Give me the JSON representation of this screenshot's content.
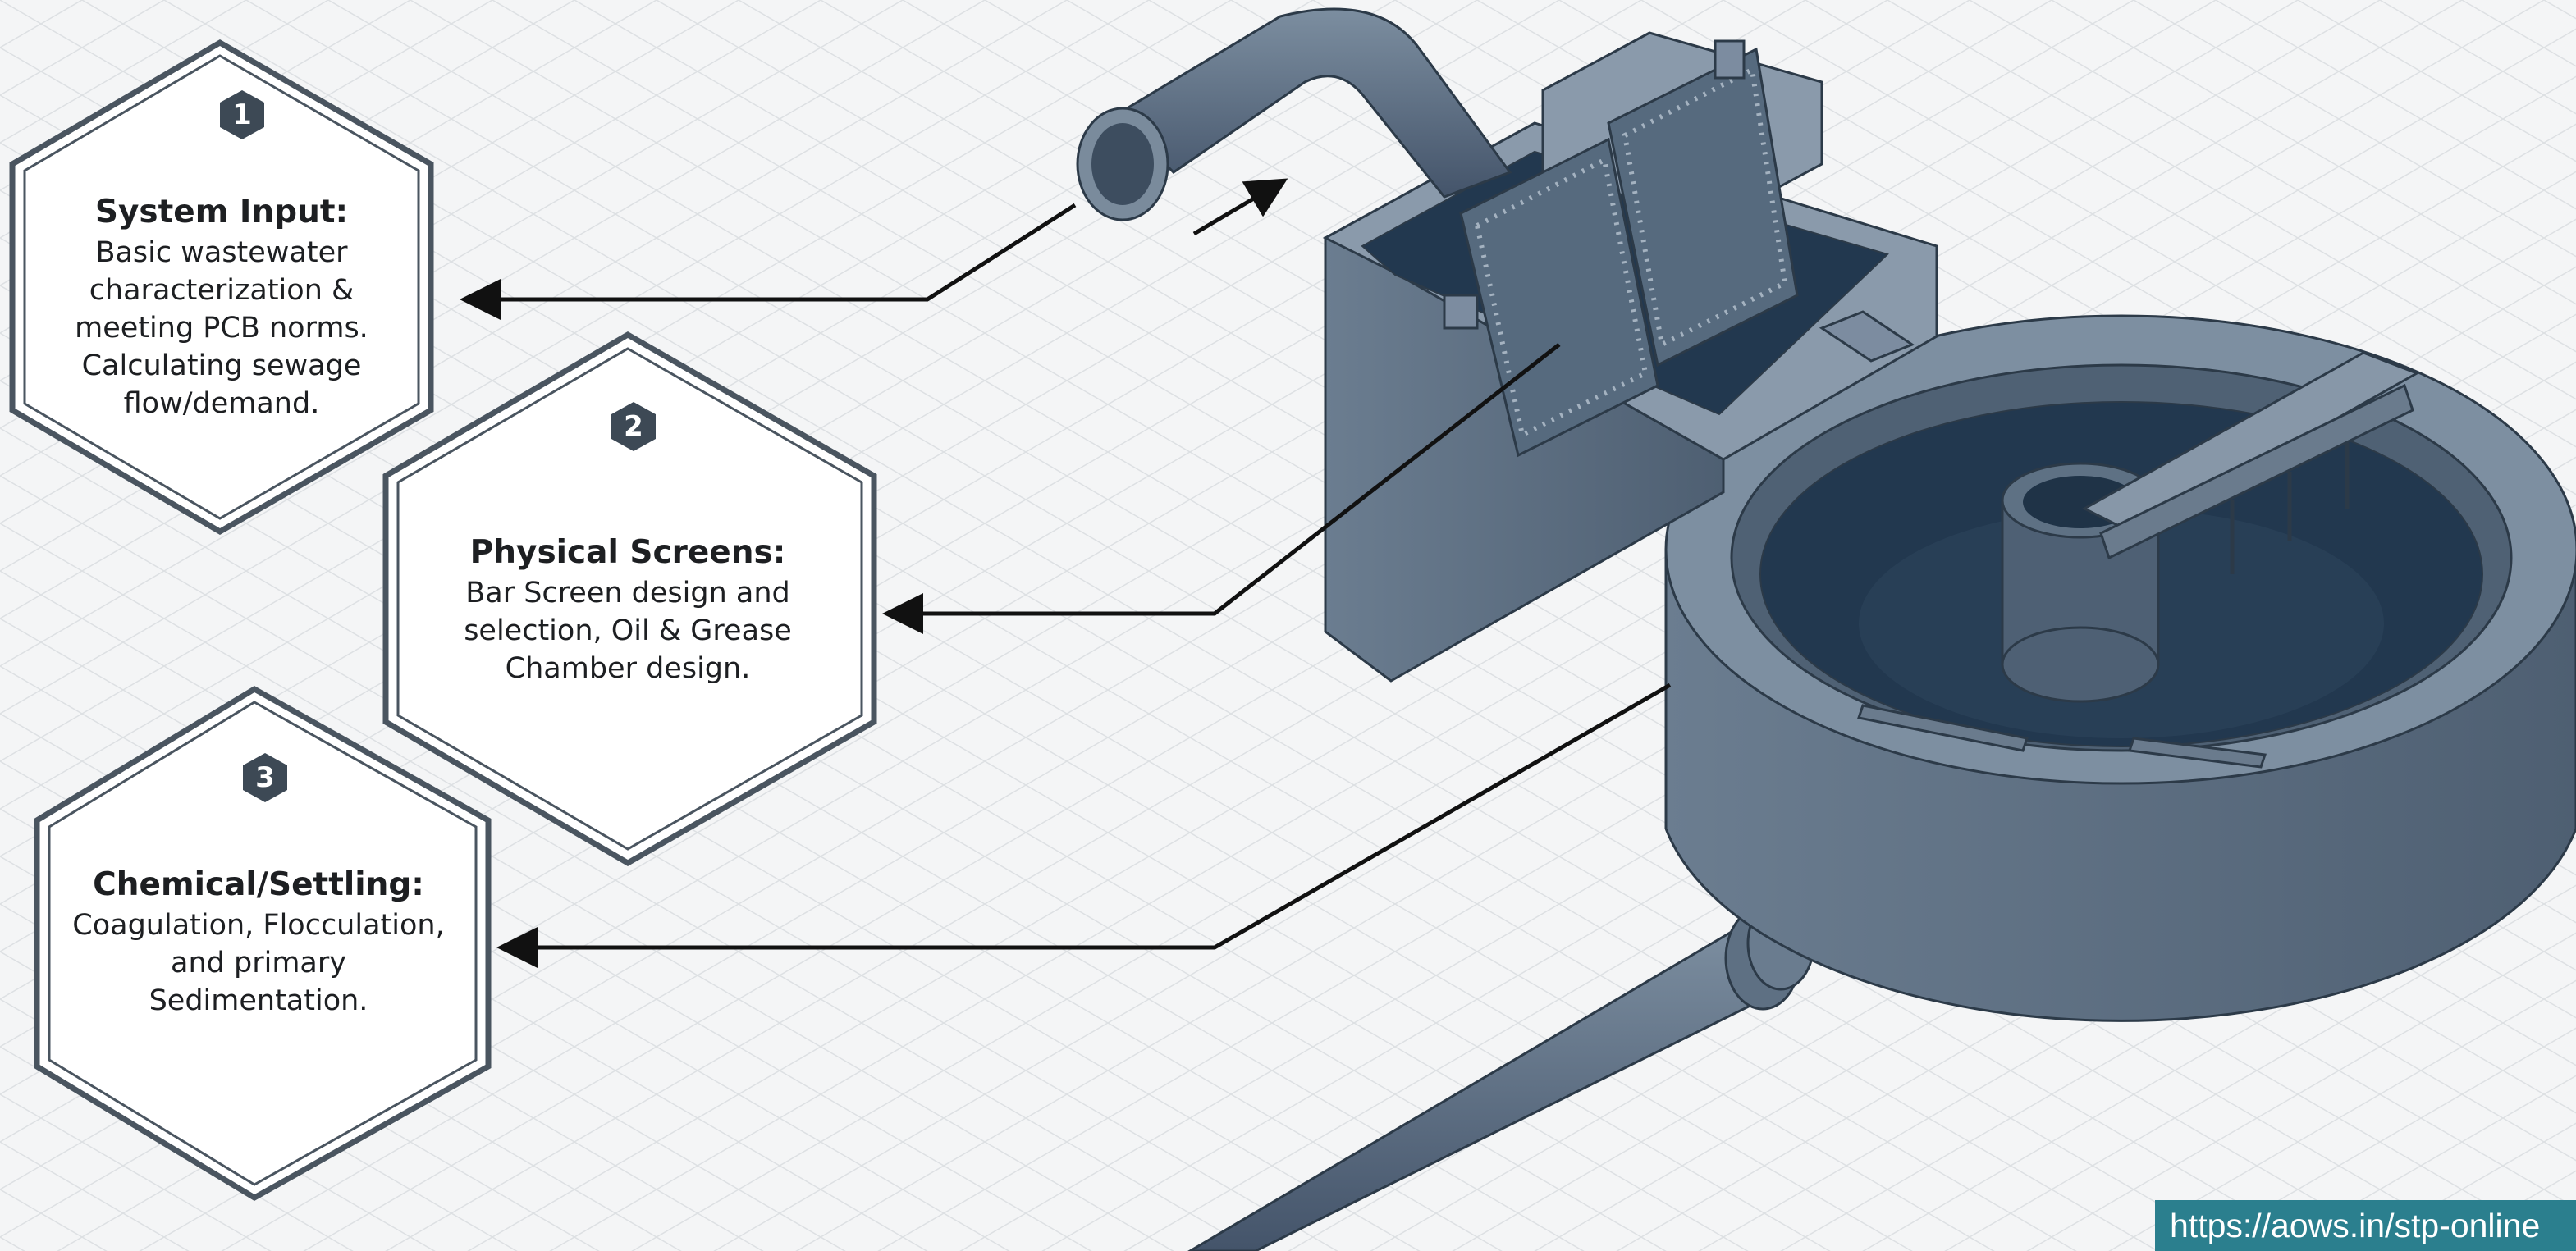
{
  "steps": [
    {
      "number": "1",
      "title": "System Input:",
      "description": "Basic wastewater characterization & meeting PCB norms. Calculating sewage flow/demand."
    },
    {
      "number": "2",
      "title": "Physical Screens:",
      "description": "Bar Screen design and selection, Oil & Grease Chamber design."
    },
    {
      "number": "3",
      "title": "Chemical/Settling:",
      "description": "Coagulation, Flocculation, and primary Sedimentation."
    }
  ],
  "footer": {
    "url": "https://aows.in/stp-online"
  },
  "colors": {
    "background": "#f4f5f6",
    "grid_line": "#dde0e3",
    "hexagon_border": "#4a5560",
    "badge": "#3d4955",
    "concrete": "#5d6f82",
    "water": "#22384f",
    "url_badge": "#2b7f8e"
  },
  "icons": [
    "inflow-pipe",
    "flow-arrow",
    "bar-screen",
    "clarifier-tank",
    "outlet-pipe"
  ]
}
